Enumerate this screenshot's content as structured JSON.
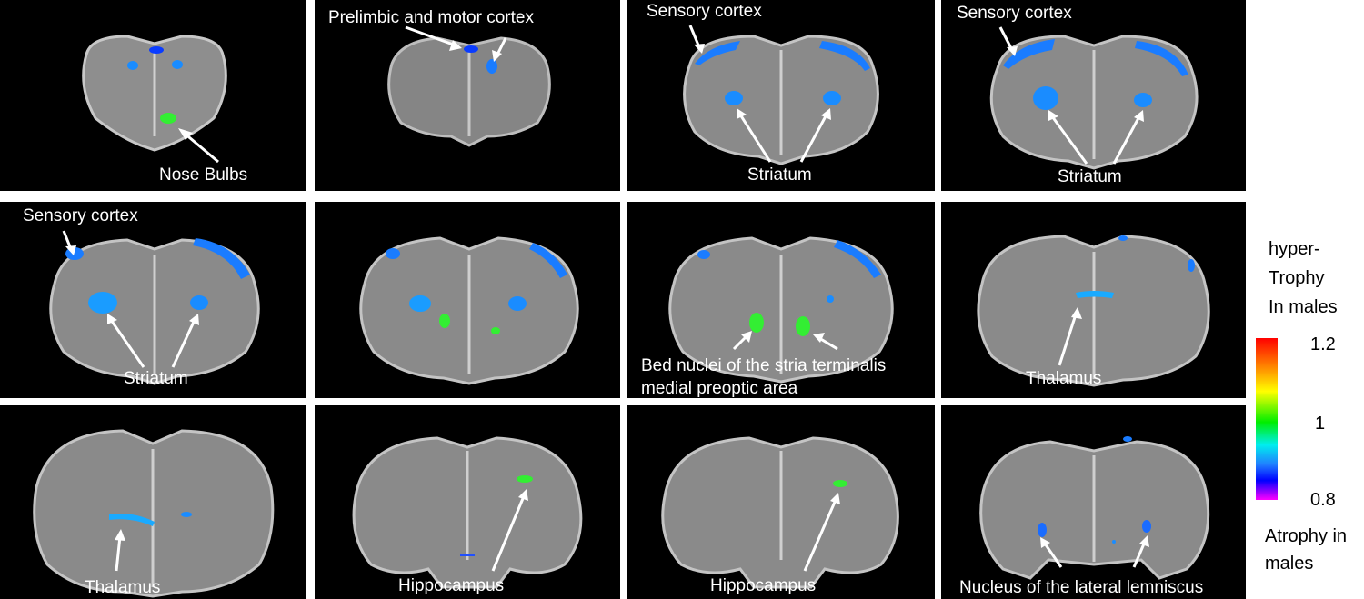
{
  "labels": {
    "p1": "Nose Bulbs",
    "p2": "Prelimbic and motor cortex",
    "p3a": "Sensory cortex",
    "p3b": "Striatum",
    "p4a": "Sensory cortex",
    "p4b": "Striatum",
    "p5a": "Sensory cortex",
    "p5b": "Striatum",
    "p7a": "Bed nuclei of the stria terminalis",
    "p7b": "medial preoptic area",
    "p8": "Thalamus",
    "p9": "Thalamus",
    "p10": "Hippocampus",
    "p11": "Hippocampus",
    "p12": "Nucleus of the lateral lemniscus"
  },
  "legend": {
    "top_line1": "hyper-",
    "top_line2": "Trophy",
    "top_line3": "In males",
    "tick_max": "1.2",
    "tick_mid": "1",
    "tick_min": "0.8",
    "bottom_line1": "Atrophy in",
    "bottom_line2": "males"
  },
  "colors": {
    "atrophy_blue": "#1a8cff",
    "hypertrophy_green": "#33ee33",
    "arrow": "#ffffff"
  }
}
